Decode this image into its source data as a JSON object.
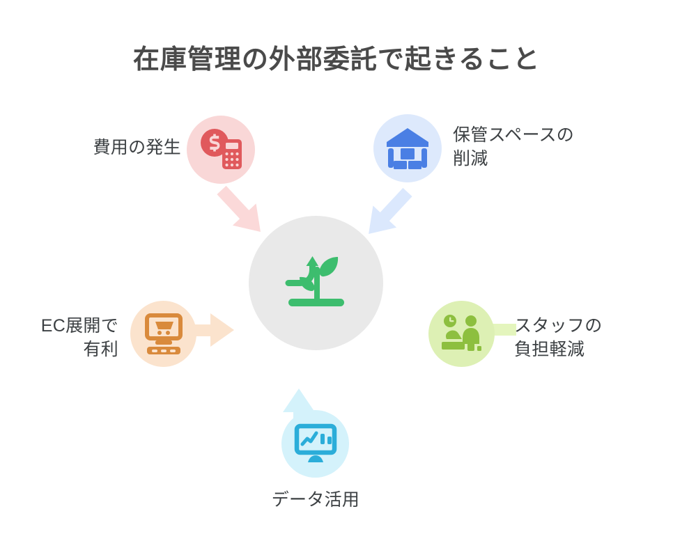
{
  "page": {
    "title": "在庫管理の外部委託で起きること",
    "background_color": "#ffffff",
    "title_color": "#4a4a4a",
    "label_color": "#3c4043"
  },
  "center": {
    "icon": "growth-plant-icon",
    "circle_color": "#e9e9e9",
    "icon_color": "#3dbd6e"
  },
  "nodes": [
    {
      "id": "cost",
      "label": "費用の発生",
      "icon": "money-calculator-icon",
      "circle_color": "#f9d7d7",
      "icon_color": "#e0595c",
      "arrow_color": "#fbd9d9",
      "arrow_direction": "down-right",
      "label_align": "right"
    },
    {
      "id": "storage",
      "label": "保管スペースの\n削減",
      "icon": "warehouse-icon",
      "circle_color": "#dde9fc",
      "icon_color": "#4a7fe4",
      "arrow_color": "#dbe8fd",
      "arrow_direction": "down-left",
      "label_align": "left"
    },
    {
      "id": "ec",
      "label": "EC展開で\n有利",
      "icon": "ecommerce-monitor-icon",
      "circle_color": "#fbe3cd",
      "icon_color": "#d98a3c",
      "arrow_color": "#fbe3cd",
      "arrow_direction": "right",
      "label_align": "right"
    },
    {
      "id": "staff",
      "label": "スタッフの\n負担軽減",
      "icon": "staff-workload-icon",
      "circle_color": "#ddf0b4",
      "icon_color": "#8dbf3f",
      "arrow_color": "#e4f5bd",
      "arrow_direction": "left",
      "label_align": "left"
    },
    {
      "id": "data",
      "label": "データ活用",
      "icon": "data-analytics-monitor-icon",
      "circle_color": "#d4f2fb",
      "icon_color": "#2badd9",
      "arrow_color": "#d4f2fb",
      "arrow_direction": "up",
      "label_align": "center"
    }
  ]
}
